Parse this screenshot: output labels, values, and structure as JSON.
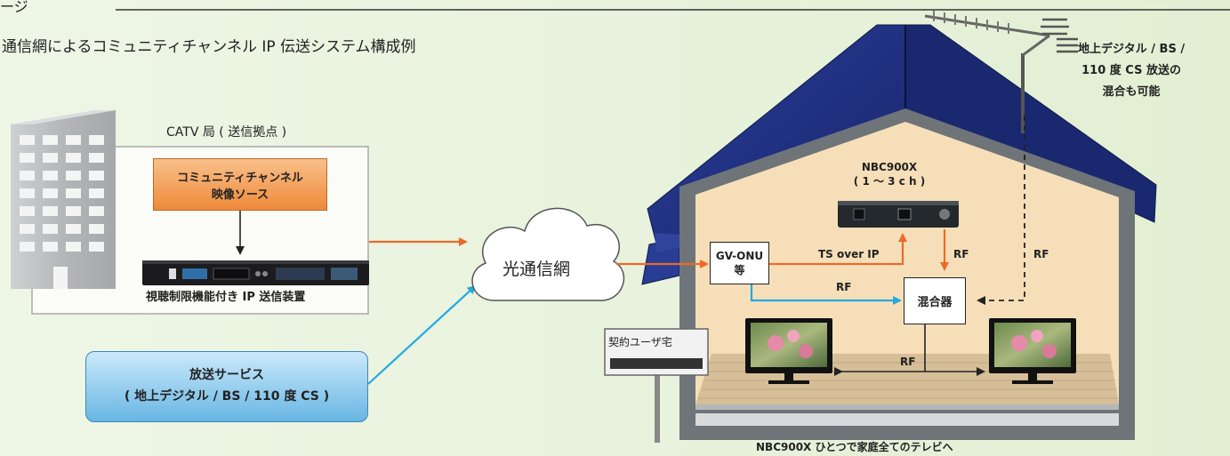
{
  "header": {
    "heading_fragment": "ージ",
    "subtitle": "通信網によるコミュニティチャンネル IP 伝送システム構成例"
  },
  "catv": {
    "label": "CATV 局 ( 送信拠点 )",
    "source_line1": "コミュニティチャンネル",
    "source_line2": "映像ソース",
    "device_label": "視聴制限機能付き IP 送信装置"
  },
  "broadcast": {
    "line1": "放送サービス",
    "line2": "( 地上デジタル / BS / 110 度 CS )"
  },
  "network": {
    "cloud_label": "光通信網"
  },
  "house": {
    "gv_onu": "GV-ONU 等",
    "nbc_name": "NBC900X",
    "nbc_channels": "( 1 ～ 3 c h )",
    "ts_over_ip": "TS over IP",
    "rf_nbc": "RF",
    "rf_onu": "RF",
    "rf_antenna": "RF",
    "rf_tv": "RF",
    "mixer": "混合器",
    "sign": "契約ユーザ宅",
    "caption": "NBC900X ひとつで家庭全てのテレビへ"
  },
  "antenna_note": {
    "line1": "地上デジタル / BS /",
    "line2": "110 度 CS 放送の",
    "line3": "混合も可能"
  },
  "colors": {
    "orange": "#ec6a2c",
    "blue": "#24a8e0",
    "roof": "#1e2f7a",
    "wall": "#f6dfb8",
    "wood": "#d7c09a",
    "source_box": "#f09848",
    "service_box": "#7cc0e8"
  }
}
